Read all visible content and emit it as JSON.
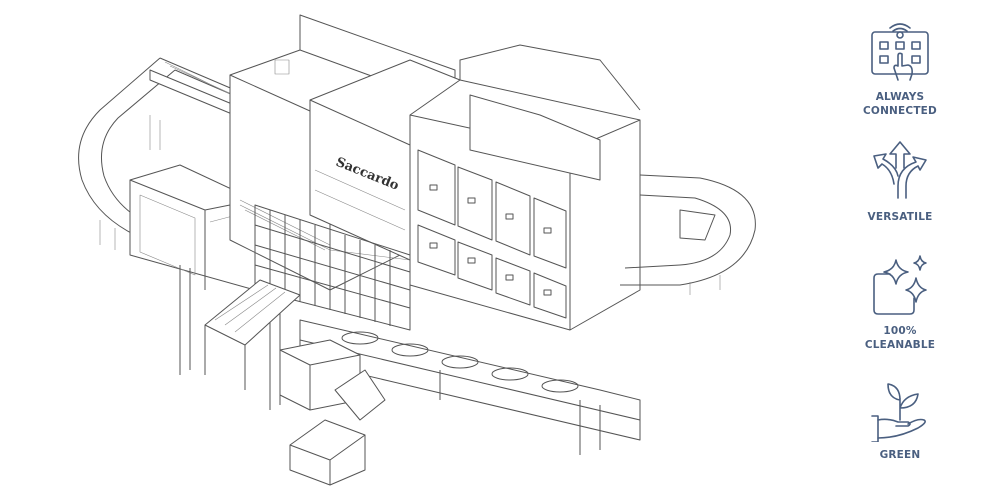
{
  "machine": {
    "brand_logo_text": "Saccardo"
  },
  "features": [
    {
      "icon": "connected-touch-panel-icon",
      "label_line1": "ALWAYS",
      "label_line2": "CONNECTED"
    },
    {
      "icon": "split-arrows-icon",
      "label_line1": "VERSATILE",
      "label_line2": ""
    },
    {
      "icon": "sparkle-clean-icon",
      "label_line1": "100%",
      "label_line2": "CLEANABLE"
    },
    {
      "icon": "plant-in-hand-icon",
      "label_line1": "GREEN",
      "label_line2": ""
    }
  ],
  "colors": {
    "accent": "#4a5f80",
    "line": "#555555"
  }
}
